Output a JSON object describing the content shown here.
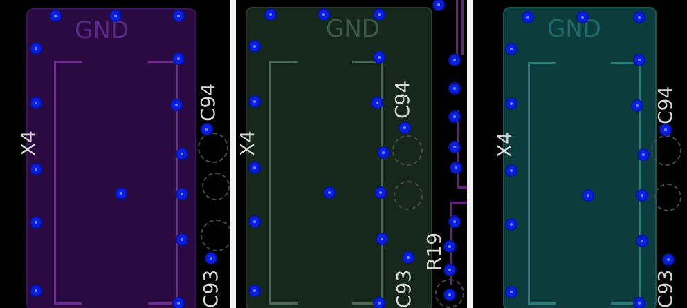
{
  "panels": [
    {
      "net_label": "GND",
      "ref_x4": "X4",
      "ref_c94": "C94",
      "ref_c93": "C93"
    },
    {
      "net_label": "GND",
      "ref_x4": "X4",
      "ref_c94": "C94",
      "ref_c93": "C93",
      "ref_r19": "R19"
    },
    {
      "net_label": "GND",
      "ref_x4": "X4",
      "ref_c94": "C94",
      "ref_c93": "C93"
    }
  ],
  "colors": {
    "pour_1": "#2a0a40",
    "pour_2": "#16281b",
    "pour_3": "#0d3c3c",
    "net_1": "#5b2a86",
    "net_2": "#3c5a45",
    "net_3": "#1f6a6a",
    "via": "#0a1fe0",
    "silk": "#d8d8d8"
  }
}
